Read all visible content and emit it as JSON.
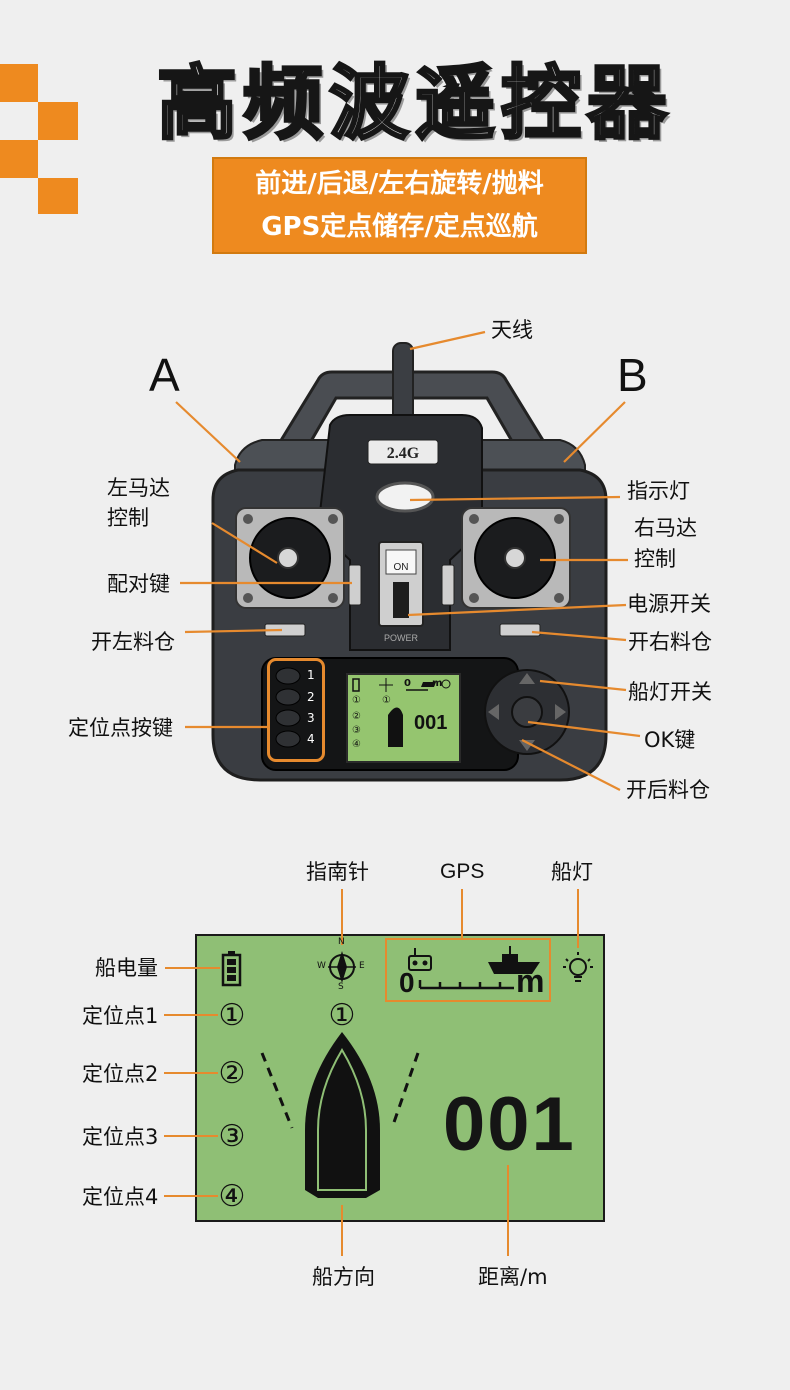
{
  "header": {
    "title": "高频波遥控器",
    "banner_line1": "前进/后退/左右旋转/抛料",
    "banner_line2": "GPS定点储存/定点巡航"
  },
  "controller": {
    "antenna_label": "天线",
    "label_a": "A",
    "label_b": "B",
    "brand_tag": "2.4G",
    "power_on_text": "ON",
    "power_text": "POWER",
    "left_motor_label_1": "左马达",
    "left_motor_label_2": "控制",
    "right_motor_label_1": "右马达",
    "right_motor_label_2": "控制",
    "indicator_label": "指示灯",
    "pair_key_label": "配对键",
    "power_switch_label": "电源开关",
    "open_left_bin_label": "开左料仓",
    "open_right_bin_label": "开右料仓",
    "boat_light_switch_label": "船灯开关",
    "ok_key_label": "OK键",
    "open_rear_bin_label": "开后料仓",
    "position_keys_label": "定位点按键",
    "position_keys": [
      "1",
      "2",
      "3",
      "4"
    ],
    "mini_lcd_distance": "001",
    "mini_lcd_scale_zero": "0",
    "mini_lcd_scale_unit": "m"
  },
  "lcd": {
    "compass_label": "指南针",
    "gps_label": "GPS",
    "boat_light_label": "船灯",
    "battery_label": "船电量",
    "position_labels": [
      "定位点1",
      "定位点2",
      "定位点3",
      "定位点4"
    ],
    "position_marks": [
      "①",
      "②",
      "③",
      "④"
    ],
    "active_position_mark": "①",
    "scale_zero": "0",
    "scale_unit": "m",
    "distance_value": "001",
    "direction_label": "船方向",
    "distance_label": "距离/m",
    "compass_n": "N",
    "compass_s": "S",
    "compass_w": "W",
    "compass_e": "E"
  },
  "colors": {
    "accent": "#ee8a1f",
    "lcd_green": "#8fbf75",
    "controller_body": "#3a3d42"
  }
}
